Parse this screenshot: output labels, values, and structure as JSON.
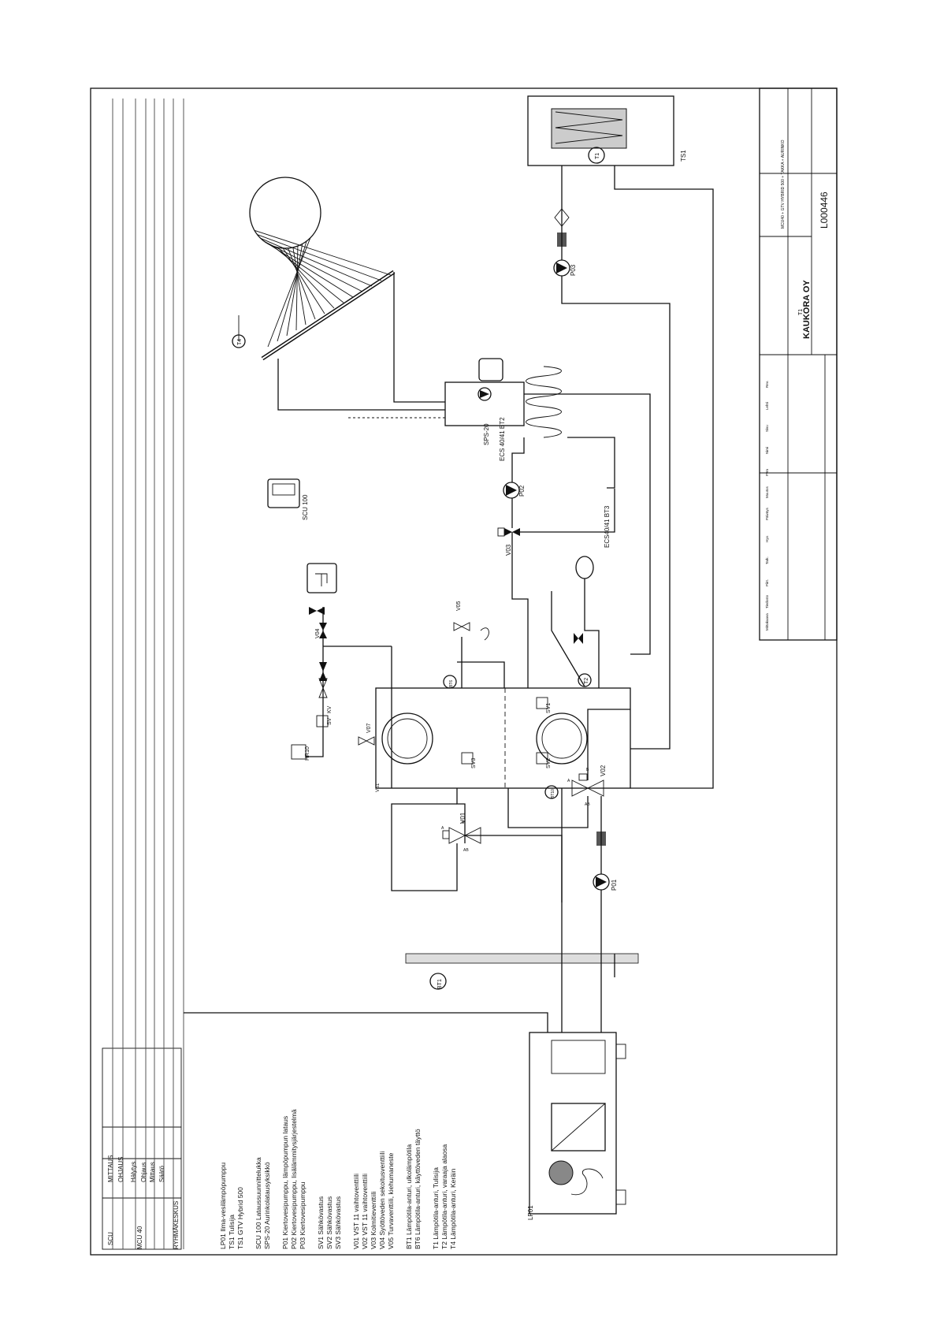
{
  "bus_labels": [
    "SCU",
    "MITTAUS",
    "OHJAUS",
    "Hälytys",
    "Ohjaus",
    "MCU 40",
    "Mittaus",
    "Säätö",
    "RYHMÄKESKUS"
  ],
  "legend": [
    [
      "LP01  Ilma-vesilämpöpumppu",
      "TS1  Tulisija",
      "TS1  GTV Hybrid 500"
    ],
    [
      "SCU 100 Lataussuunnittelukka",
      "SPS-20  Aurinkolatausyksikkö"
    ],
    [
      "P01  Kiertovesipumppu, lämpöpumpun lataus",
      "P02  Kiertovesipumppu, lisälämmitysjärjestelmä",
      "P03  Kiertovesipumppu"
    ],
    [
      "SV1  Sähkövastus",
      "SV2  Sähkövastus",
      "SV3  Sähkövastus"
    ],
    [
      "V01  VST 11 vaihtoventtiili",
      "V02  VST 11 vaihtoventtiili",
      "V03  Kolmitieventtiili",
      "V04  Syöttöveden sekoitusventtiili",
      "V05  Turvaventtiili, kiehumaneste"
    ],
    [
      "BT1  Lämpötila-anturi, ulkolämpötila",
      "BT6  Lämpötila-anturi, käyttöveden täyttö"
    ],
    [
      "T1  Lämpötila-anturi, Tulisija",
      "T2  Lämpötila-anturi, varaaja alaosa",
      "T4  Lämpötila-anturi, Keräin"
    ]
  ],
  "components": {
    "lp01": "LP01",
    "bt1": "BT1",
    "p01": "P01",
    "v01": "V01",
    "v02": "V02",
    "v07": "V07",
    "vs1": "VS1",
    "sv1": "SV1",
    "sv2": "SV2",
    "sv3": "SV3",
    "bt6": "BT6",
    "bt10": "BT10",
    "hr10": "HR10",
    "sv": "SV",
    "kv": "KV",
    "v04": "V04",
    "v05": "V05",
    "t2": "T2",
    "v03": "V03",
    "p02": "P02",
    "ecs_bt3": "ECS40/41 BT3",
    "ecs_bt2": "ECS 40/41 BT2",
    "scu100": "SCU 100",
    "sps20": "SPS-20",
    "t4": "T4",
    "p03": "P03",
    "t1": "T1",
    "ts1": "TS1",
    "valve_marks": [
      "A",
      "B",
      "AB",
      "A",
      "B",
      "AB"
    ]
  },
  "title_block": {
    "company": "KAUKORA OY",
    "doc_no": "L000446",
    "title": "MCU40 + GTV HYBRID 500 + TAKKA + AURINKO",
    "sheet": "T1",
    "cells": [
      "Mittakaava",
      "Tiedosto",
      "Piirt.",
      "Tark.",
      "Hyv.",
      "Päiväys",
      "Muutos",
      "Pvm",
      "Nimi",
      "Sivu",
      "Lehti",
      "Rev."
    ]
  }
}
